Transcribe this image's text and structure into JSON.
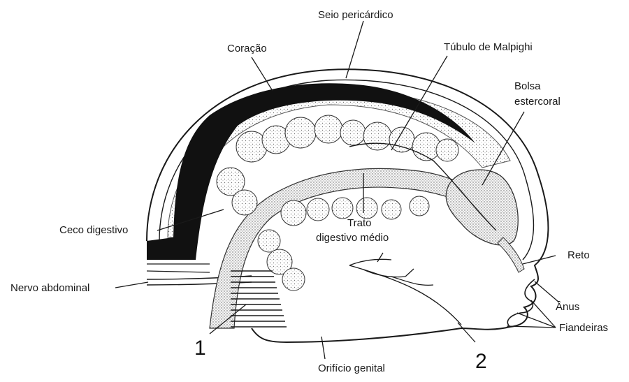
{
  "labels": {
    "seio_pericardico": "Seio pericárdico",
    "coracao": "Coração",
    "tubulo_malpighi": "Túbulo de Malpighi",
    "bolsa_line1": "Bolsa",
    "bolsa_line2": "estercoral",
    "ceco_digestivo": "Ceco digestivo",
    "trato_line1": "Trato",
    "trato_line2": "digestivo médio",
    "reto": "Reto",
    "nervo_abdominal": "Nervo abdominal",
    "anus": "Ânus",
    "fiandeiras": "Fiandeiras",
    "orificio_genital": "Orifício genital",
    "marker_1": "1",
    "marker_2": "2"
  },
  "colors": {
    "ink": "#1a1a1a",
    "heart_fill": "#111111",
    "stipple": "#d9d9d9",
    "background": "#ffffff"
  }
}
